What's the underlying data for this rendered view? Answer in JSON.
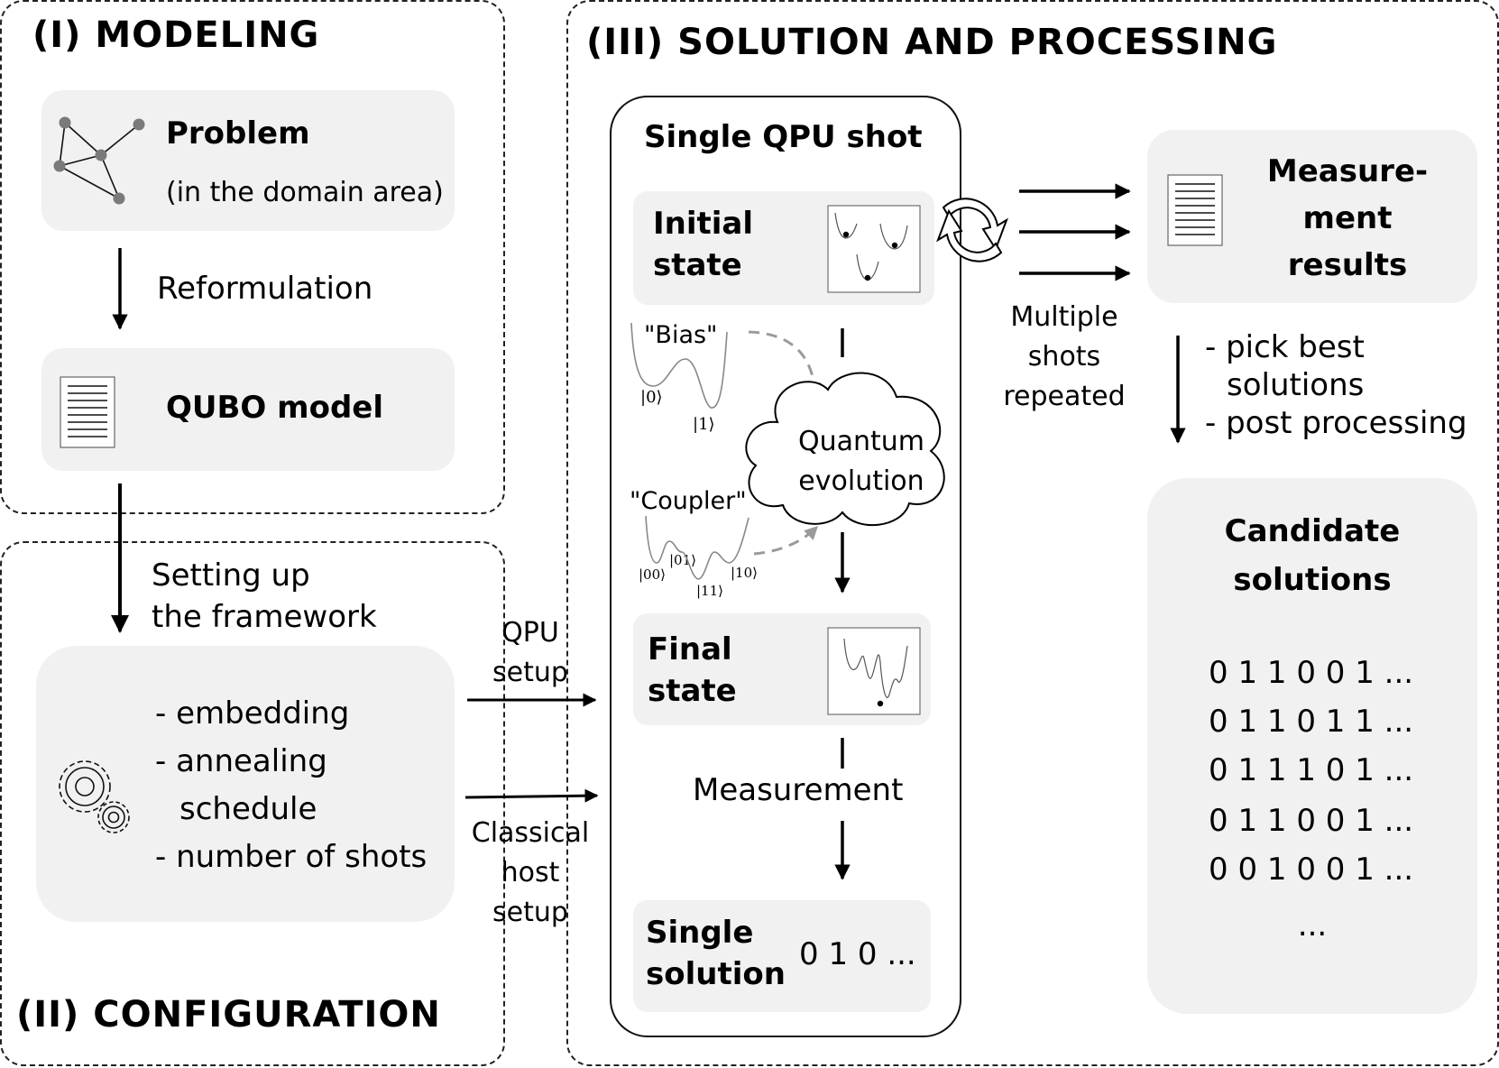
{
  "sections": {
    "modeling": "(I) MODELING",
    "configuration": "(II) CONFIGURATION",
    "solution": "(III) SOLUTION AND PROCESSING"
  },
  "problem": {
    "title": "Problem",
    "subtitle": "(in the domain area)"
  },
  "reformulation": "Reformulation",
  "qubo": "QUBO model",
  "setting_up": {
    "line1": "Setting up",
    "line2": "the framework"
  },
  "config_items": [
    "- embedding",
    "- annealing",
    "schedule",
    "- number of shots"
  ],
  "qpu_setup": {
    "line1": "QPU",
    "line2": "setup"
  },
  "classical_setup": {
    "line1": "Classical",
    "line2": "host",
    "line3": "setup"
  },
  "qpu_shot": {
    "title": "Single QPU shot",
    "initial": {
      "line1": "Initial",
      "line2": "state"
    },
    "bias": {
      "label": "\"Bias\"",
      "k0": "|0⟩",
      "k1": "|1⟩"
    },
    "coupler": {
      "label": "\"Coupler\"",
      "k00": "|00⟩",
      "k01": "|01⟩",
      "k11": "|11⟩",
      "k10": "|10⟩"
    },
    "evolution": {
      "line1": "Quantum",
      "line2": "evolution"
    },
    "final": {
      "line1": "Final",
      "line2": "state"
    },
    "measurement": "Measurement",
    "single": {
      "line1": "Single",
      "line2": "solution",
      "value": "0 1 0 ..."
    }
  },
  "multiple": {
    "line1": "Multiple",
    "line2": "shots",
    "line3": "repeated"
  },
  "results": {
    "line1": "Measure-",
    "line2": "ment",
    "line3": "results"
  },
  "post": {
    "line1": "- pick best",
    "line2": "solutions",
    "line3": "- post processing"
  },
  "candidates": {
    "title1": "Candidate",
    "title2": "solutions",
    "rows": [
      "0 1 1 0 0 1 ...",
      "0 1 1 0 1 1 ...",
      "0 1 1 1 0 1 ...",
      "0 1 1 0 0 1 ...",
      "0 0 1 0 0 1 ...",
      "..."
    ]
  }
}
